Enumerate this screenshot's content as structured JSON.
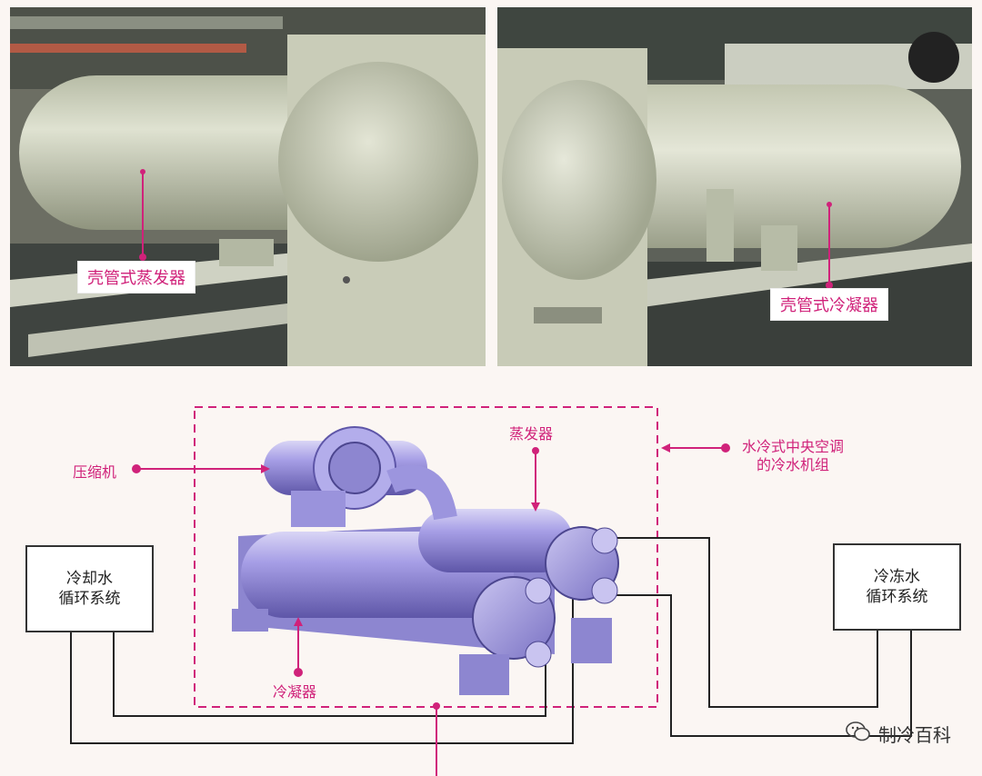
{
  "photos": {
    "left_label": "壳管式蒸发器",
    "right_label": "壳管式冷凝器"
  },
  "diagram": {
    "compressor": "压缩机",
    "evaporator": "蒸发器",
    "condenser": "冷凝器",
    "chiller_line1": "水冷式中央空调",
    "chiller_line2": "的冷水机组",
    "cooling_system_line1": "冷却水",
    "cooling_system_line2": "循环系统",
    "chilled_system_line1": "冷冻水",
    "chilled_system_line2": "循环系统"
  },
  "watermark": {
    "icon": "wechat-icon",
    "text": "制冷百科"
  },
  "colors": {
    "accent": "#d0227a",
    "machine": "#8f86d6",
    "photo_tank": "#c8cdb9"
  }
}
